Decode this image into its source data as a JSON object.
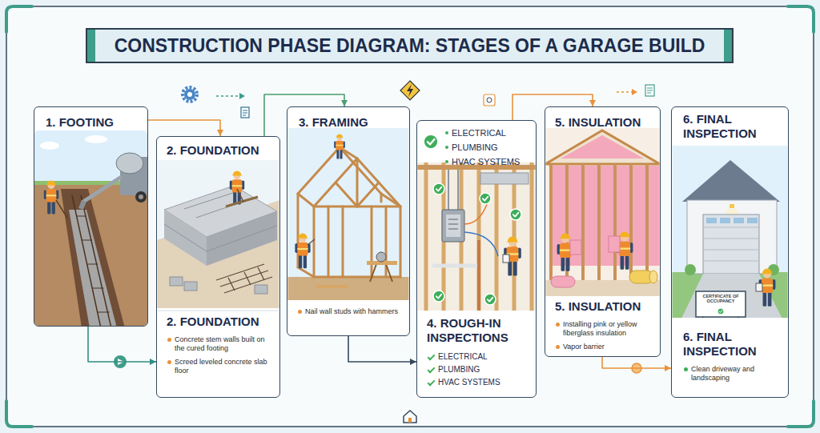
{
  "diagram": {
    "title": "CONSTRUCTION PHASE DIAGRAM: STAGES OF A GARAGE BUILD",
    "nodes": [
      {
        "text": [
          "1. FOOTING"
        ]
      },
      {
        "text": [
          "2. FOUNDATION",
          "2. FOUNDATION",
          "Concrete stem walls built on the cured footing",
          "Screed leveled concrete slab floor"
        ]
      },
      {
        "text": [
          "3. FRAMING",
          "Nail wall studs with hammers"
        ]
      },
      {
        "text": [
          "ELECTRICAL",
          "PLUMBING",
          "HVAC SYSTEMS",
          "4. ROUGH-IN INSPECTIONS",
          "ELECTRICAL",
          "PLUMBING",
          "HVAC SYSTEMS"
        ]
      },
      {
        "text": [
          "5. INSULATION",
          "5. INSULATION",
          "Installing pink or yellow fiberglass insulation",
          "Vapor barrier"
        ]
      },
      {
        "text": [
          "6. FINAL INSPECTION",
          "6. FINAL INSPECTION",
          "Clean driveway and landscaping"
        ]
      }
    ],
    "edges": [
      {
        "from": 0,
        "to": 1,
        "arrow": "to"
      },
      {
        "from": 0,
        "to": 1,
        "arrow": "to"
      },
      {
        "from": 1,
        "to": 2,
        "arrow": "to"
      },
      {
        "from": 2,
        "to": 3,
        "arrow": "to"
      },
      {
        "from": 3,
        "to": 4,
        "arrow": "to"
      },
      {
        "from": 4,
        "to": 5,
        "arrow": "to"
      }
    ],
    "labels": [
      "CERTIFICATE OF OCCUPANCY"
    ]
  }
}
